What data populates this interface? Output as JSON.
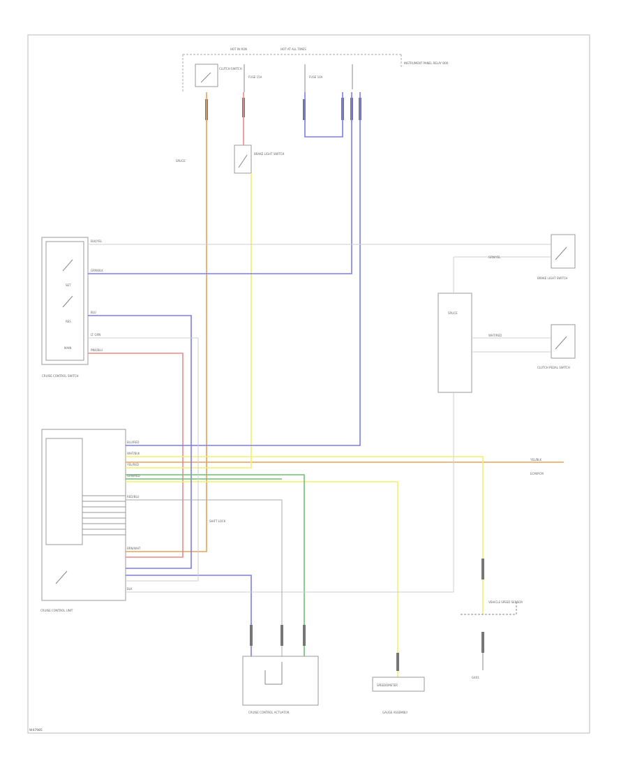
{
  "diagram": {
    "corner_code": "W47985",
    "colors": {
      "orange": "#e8a15a",
      "yellow": "#f2f06a",
      "blue": "#7b7bf0",
      "red": "#ec8a8a",
      "green": "#6fbf6f",
      "gray": "#cfcfcf",
      "dark": "#7a7a7a"
    },
    "labels": {
      "top_hot_run": "HOT IN RUN",
      "top_hot_all": "HOT AT ALL TIMES",
      "fuse_box": "INSTRUMENT PANEL RELAY BOX",
      "clutch_sw_top": "CLUTCH SWITCH",
      "fuse_a": "FUSE 15A",
      "fuse_b": "FUSE 10A",
      "brake_light_sw": "BRAKE LIGHT SWITCH",
      "splice_a": "SPLICE",
      "cc_switch": "CRUISE CONTROL SWITCH",
      "cc_unit": "CRUISE CONTROL UNIT",
      "brake_sw_right": "BRAKE LIGHT SWITCH",
      "clutch_sw_right": "CLUTCH PEDAL SWITCH",
      "splice_b": "SPLICE",
      "ecm": "ECM/PCM",
      "shift_lock": "SHIFT LOCK",
      "vss": "VEHICLE SPEED SENSOR",
      "actuator": "CRUISE CONTROL ACTUATOR",
      "speedometer": "SPEEDOMETER",
      "gauge": "GAUGE ASSEMBLY",
      "ground": "G401",
      "set": "SET",
      "res": "RES",
      "main": "MAIN"
    },
    "wire_labels": {
      "w1": "BLK/YEL",
      "w2": "GRN/BLK",
      "w3": "BLU",
      "w4": "LT GRN",
      "w5": "PNK/BLU",
      "w6": "BLU/RED",
      "w7": "WHT/BLK",
      "w8": "YEL/RED",
      "w9": "GRN/RED",
      "w10": "RED/BLU",
      "w11": "BRN/WHT",
      "w12": "BLK",
      "w13": "YEL/BLK",
      "w14": "GRN/YEL",
      "w15": "WHT/RED"
    }
  }
}
